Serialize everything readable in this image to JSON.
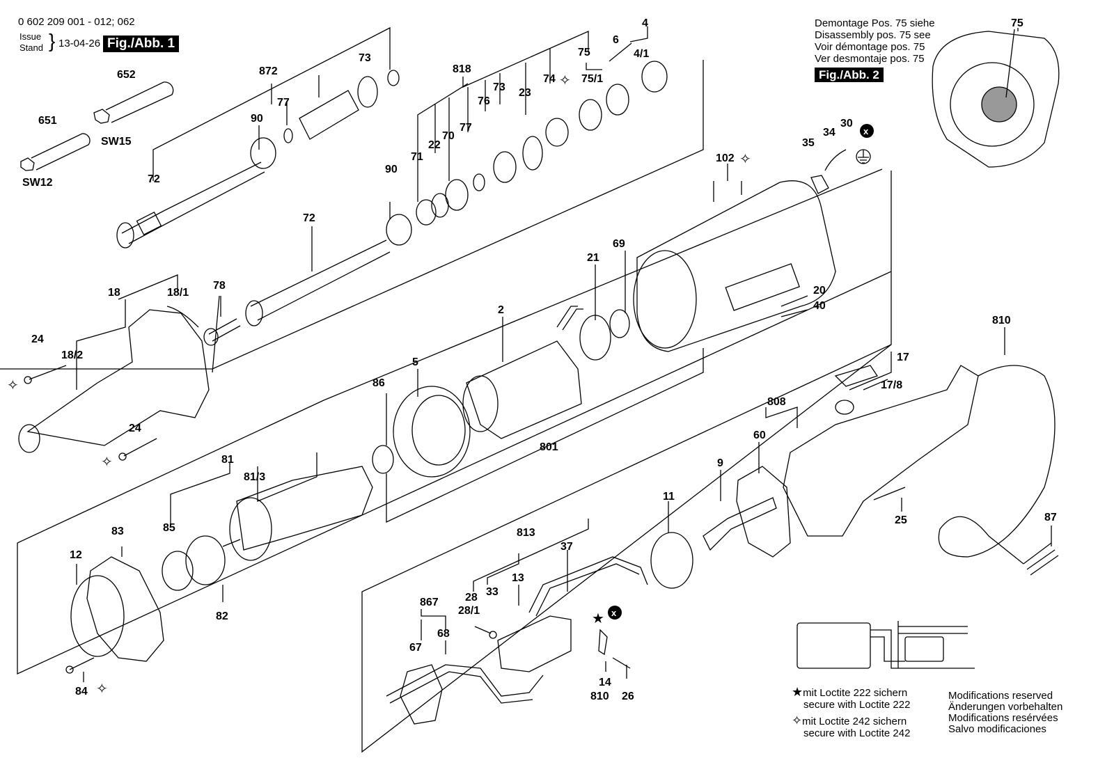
{
  "header": {
    "doc_number": "0 602 209 001 - 012; 062",
    "issue_label": "Issue",
    "stand_label": "Stand",
    "date": "13-04-26",
    "fig1": "Fig./Abb. 1"
  },
  "disassembly_note": {
    "lines": [
      "Demontage Pos. 75 siehe",
      "Disassembly pos. 75 see",
      "Voir démontage pos. 75",
      "Ver desmontaje pos. 75"
    ],
    "fig2": "Fig./Abb. 2"
  },
  "part_labels": {
    "p75_top": "75",
    "p4": "4",
    "p41": "4/1",
    "p6": "6",
    "p751": "75/1",
    "p75": "75",
    "p74": "74",
    "p23": "23",
    "p73a": "73",
    "p818": "818",
    "p76": "76",
    "p77a": "77",
    "p70": "70",
    "p22": "22",
    "p71": "71",
    "p90a": "90",
    "p73b": "73",
    "p872": "872",
    "p77b": "77",
    "p90b": "90",
    "p652": "652",
    "p651": "651",
    "sw15": "SW15",
    "sw12": "SW12",
    "p72a": "72",
    "p72b": "72",
    "p78": "78",
    "p18": "18",
    "p181": "18/1",
    "p182": "18/2",
    "p24a": "24",
    "p24b": "24",
    "p102": "102",
    "p35": "35",
    "p34": "34",
    "p30": "30",
    "p69": "69",
    "p21": "21",
    "p2": "2",
    "p20": "20",
    "p40": "40",
    "p5": "5",
    "p86": "86",
    "p801": "801",
    "p810a": "810",
    "p17": "17",
    "p178": "17/8",
    "p808": "808",
    "p60": "60",
    "p9": "9",
    "p11": "11",
    "p81": "81",
    "p813": "81/3",
    "p85": "85",
    "p83": "83",
    "p12": "12",
    "p82": "82",
    "p84": "84",
    "p813b": "813",
    "p37": "37",
    "p13": "13",
    "p33": "33",
    "p28": "28",
    "p281": "28/1",
    "p867": "867",
    "p67": "67",
    "p68": "68",
    "p14": "14",
    "p810b": "810",
    "p26": "26",
    "p25": "25",
    "p87": "87"
  },
  "legend": {
    "loctite222_de": "mit Loctite 222 sichern",
    "loctite222_en": "secure with Loctite 222",
    "loctite242_de": "mit Loctite 242 sichern",
    "loctite242_en": "secure with Loctite 242"
  },
  "modifications": {
    "lines": [
      "Modifications reserved",
      "Änderungen vorbehalten",
      "Modifications resérvées",
      "Salvo modificaciones"
    ]
  }
}
